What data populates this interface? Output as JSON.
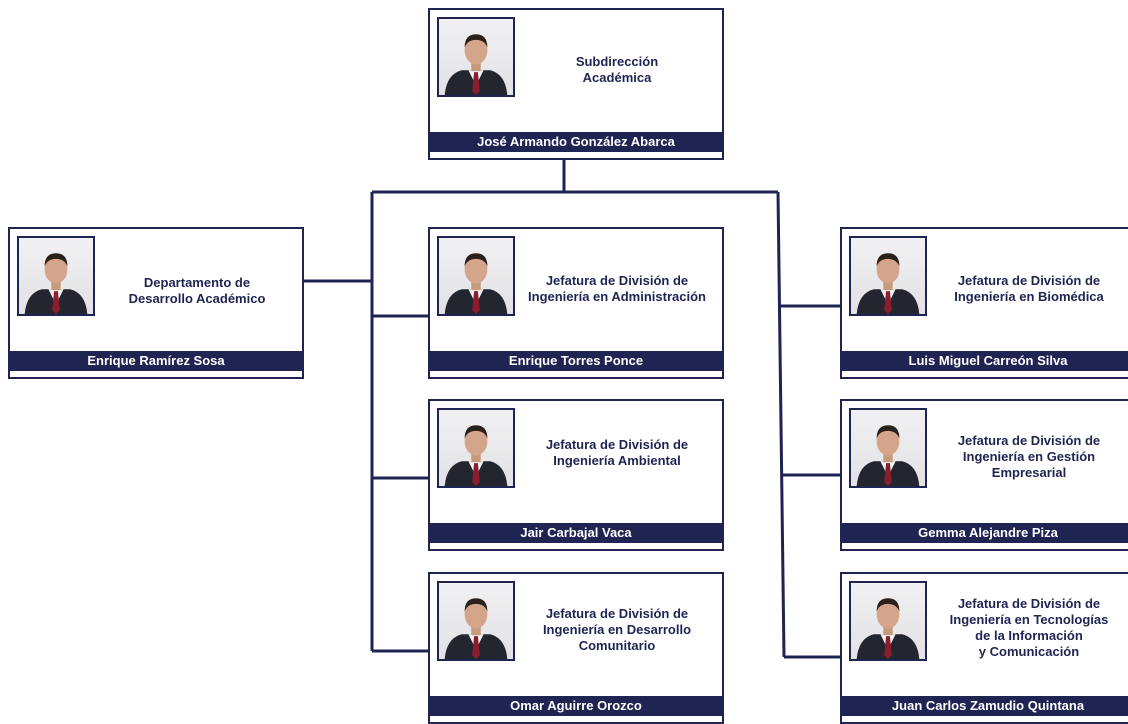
{
  "theme": {
    "navy": "#1f2452",
    "tie": "#8a1e2e"
  },
  "cards": {
    "subdireccion": {
      "title": "Subdirección\nAcadémica",
      "name": "José Armando González Abarca"
    },
    "desarrollo_academico": {
      "title": "Departamento de\nDesarrollo Académico",
      "name": "Enrique Ramírez Sosa"
    },
    "administracion": {
      "title": "Jefatura de División de\nIngeniería en Administración",
      "name": "Enrique Torres Ponce"
    },
    "ambiental": {
      "title": "Jefatura de División de\nIngeniería Ambiental",
      "name": "Jair Carbajal Vaca"
    },
    "desarrollo_comunitario": {
      "title": "Jefatura de División de\nIngeniería en Desarrollo\nComunitario",
      "name": "Omar Aguirre Orozco"
    },
    "biomedica": {
      "title": "Jefatura de División de\nIngeniería en Biomédica",
      "name": "Luis Miguel Carreón Silva"
    },
    "gestion_empresarial": {
      "title": "Jefatura de División de\nIngeniería en Gestión\nEmpresarial",
      "name": "Gemma Alejandre Piza"
    },
    "tic": {
      "title": "Jefatura de División de\nIngeniería en Tecnologías\nde la Información\ny Comunicación",
      "name": "Juan Carlos Zamudio Quintana"
    }
  }
}
